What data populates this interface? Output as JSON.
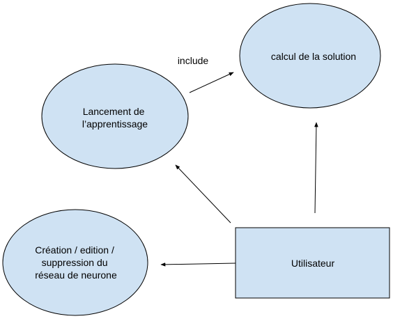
{
  "diagram": {
    "nodes": {
      "calcul": {
        "lines": [
          "calcul de la solution"
        ]
      },
      "lancement": {
        "lines": [
          "Lancement de",
          "l’apprentissage"
        ]
      },
      "creation": {
        "lines": [
          "Création / edition /",
          "suppression du",
          "réseau de neurone"
        ]
      },
      "utilisateur": {
        "lines": [
          "Utilisateur"
        ]
      }
    },
    "edge_labels": {
      "include": "include"
    }
  }
}
